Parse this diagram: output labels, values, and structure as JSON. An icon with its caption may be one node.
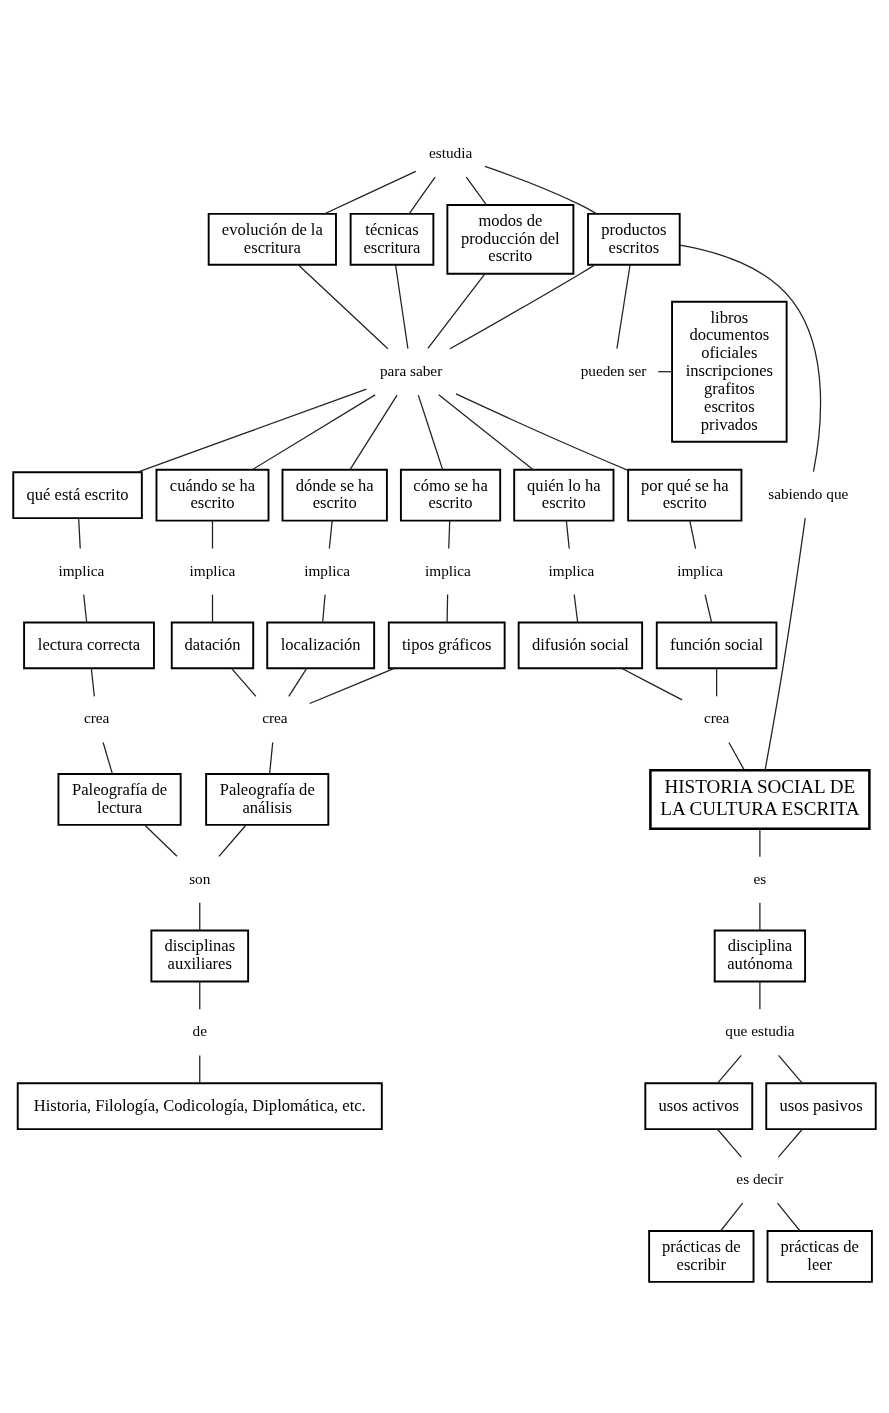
{
  "diagram": {
    "nodes": [
      {
        "text": [
          "estudia"
        ]
      },
      {
        "text": [
          "evolución de la escritura"
        ]
      },
      {
        "text": [
          "técnicas escritura"
        ]
      },
      {
        "text": [
          "modos de producción del escrito"
        ]
      },
      {
        "text": [
          "productos escritos"
        ]
      },
      {
        "text": [
          "pueden ser"
        ]
      },
      {
        "text": [
          "libros documentos oficiales inscripciones grafitos escritos privados"
        ]
      },
      {
        "text": [
          "para saber"
        ]
      },
      {
        "text": [
          "qué está escrito"
        ]
      },
      {
        "text": [
          "cuándo se ha escrito"
        ]
      },
      {
        "text": [
          "dónde se ha escrito"
        ]
      },
      {
        "text": [
          "cómo se ha escrito"
        ]
      },
      {
        "text": [
          "quién lo ha escrito"
        ]
      },
      {
        "text": [
          "por qué se ha escrito"
        ]
      },
      {
        "text": [
          "implica"
        ]
      },
      {
        "text": [
          "implica"
        ]
      },
      {
        "text": [
          "implica"
        ]
      },
      {
        "text": [
          "implica"
        ]
      },
      {
        "text": [
          "implica"
        ]
      },
      {
        "text": [
          "implica"
        ]
      },
      {
        "text": [
          "lectura correcta"
        ]
      },
      {
        "text": [
          "datación"
        ]
      },
      {
        "text": [
          "localización"
        ]
      },
      {
        "text": [
          "tipos gráficos"
        ]
      },
      {
        "text": [
          "difusión social"
        ]
      },
      {
        "text": [
          "función social"
        ]
      },
      {
        "text": [
          "crea"
        ]
      },
      {
        "text": [
          "crea"
        ]
      },
      {
        "text": [
          "crea"
        ]
      },
      {
        "text": [
          "Paleografía de lectura"
        ]
      },
      {
        "text": [
          "Paleografía de análisis"
        ]
      },
      {
        "text": [
          "HISTORIA SOCIAL DE LA CULTURA ESCRITA"
        ]
      },
      {
        "text": [
          "son"
        ]
      },
      {
        "text": [
          "es"
        ]
      },
      {
        "text": [
          "disciplinas auxiliares"
        ]
      },
      {
        "text": [
          "disciplina autónoma"
        ]
      },
      {
        "text": [
          "de"
        ]
      },
      {
        "text": [
          "que estudia"
        ]
      },
      {
        "text": [
          "Historia, Filología, Codicología, Diplomática, etc."
        ]
      },
      {
        "text": [
          "usos activos"
        ]
      },
      {
        "text": [
          "usos pasivos"
        ]
      },
      {
        "text": [
          "es decir"
        ]
      },
      {
        "text": [
          "prácticas de escribir"
        ]
      },
      {
        "text": [
          "prácticas de leer"
        ]
      },
      {
        "text": [
          "sabiendo que"
        ]
      }
    ],
    "edges": [
      {
        "from": 0,
        "to": 1,
        "arrow": "none"
      },
      {
        "from": 0,
        "to": 2,
        "arrow": "none"
      },
      {
        "from": 0,
        "to": 3,
        "arrow": "none"
      },
      {
        "from": 0,
        "to": 4,
        "arrow": "none"
      },
      {
        "from": 4,
        "to": 5,
        "arrow": "none"
      },
      {
        "from": 5,
        "to": 6,
        "arrow": "none"
      },
      {
        "from": 4,
        "to": 44,
        "arrow": "none"
      },
      {
        "from": 44,
        "to": 31,
        "arrow": "none"
      },
      {
        "from": 1,
        "to": 7,
        "arrow": "none"
      },
      {
        "from": 2,
        "to": 7,
        "arrow": "none"
      },
      {
        "from": 3,
        "to": 7,
        "arrow": "none"
      },
      {
        "from": 4,
        "to": 7,
        "arrow": "none"
      },
      {
        "from": 7,
        "to": 8,
        "arrow": "none"
      },
      {
        "from": 7,
        "to": 9,
        "arrow": "none"
      },
      {
        "from": 7,
        "to": 10,
        "arrow": "none"
      },
      {
        "from": 7,
        "to": 11,
        "arrow": "none"
      },
      {
        "from": 7,
        "to": 12,
        "arrow": "none"
      },
      {
        "from": 7,
        "to": 13,
        "arrow": "none"
      },
      {
        "from": 8,
        "to": 14,
        "arrow": "none"
      },
      {
        "from": 9,
        "to": 15,
        "arrow": "none"
      },
      {
        "from": 10,
        "to": 16,
        "arrow": "none"
      },
      {
        "from": 11,
        "to": 17,
        "arrow": "none"
      },
      {
        "from": 12,
        "to": 18,
        "arrow": "none"
      },
      {
        "from": 13,
        "to": 19,
        "arrow": "none"
      },
      {
        "from": 14,
        "to": 20,
        "arrow": "none"
      },
      {
        "from": 15,
        "to": 21,
        "arrow": "none"
      },
      {
        "from": 16,
        "to": 22,
        "arrow": "none"
      },
      {
        "from": 17,
        "to": 23,
        "arrow": "none"
      },
      {
        "from": 18,
        "to": 24,
        "arrow": "none"
      },
      {
        "from": 19,
        "to": 25,
        "arrow": "none"
      },
      {
        "from": 20,
        "to": 26,
        "arrow": "none"
      },
      {
        "from": 21,
        "to": 27,
        "arrow": "none"
      },
      {
        "from": 22,
        "to": 27,
        "arrow": "none"
      },
      {
        "from": 23,
        "to": 27,
        "arrow": "none"
      },
      {
        "from": 24,
        "to": 28,
        "arrow": "none"
      },
      {
        "from": 25,
        "to": 28,
        "arrow": "none"
      },
      {
        "from": 26,
        "to": 29,
        "arrow": "none"
      },
      {
        "from": 27,
        "to": 30,
        "arrow": "none"
      },
      {
        "from": 28,
        "to": 31,
        "arrow": "none"
      },
      {
        "from": 29,
        "to": 32,
        "arrow": "none"
      },
      {
        "from": 30,
        "to": 32,
        "arrow": "none"
      },
      {
        "from": 31,
        "to": 33,
        "arrow": "none"
      },
      {
        "from": 32,
        "to": 34,
        "arrow": "none"
      },
      {
        "from": 33,
        "to": 35,
        "arrow": "none"
      },
      {
        "from": 34,
        "to": 36,
        "arrow": "none"
      },
      {
        "from": 36,
        "to": 38,
        "arrow": "none"
      },
      {
        "from": 35,
        "to": 37,
        "arrow": "none"
      },
      {
        "from": 37,
        "to": 39,
        "arrow": "none"
      },
      {
        "from": 37,
        "to": 40,
        "arrow": "none"
      },
      {
        "from": 39,
        "to": 41,
        "arrow": "none"
      },
      {
        "from": 40,
        "to": 41,
        "arrow": "none"
      },
      {
        "from": 41,
        "to": 42,
        "arrow": "none"
      },
      {
        "from": 41,
        "to": 43,
        "arrow": "none"
      }
    ]
  }
}
